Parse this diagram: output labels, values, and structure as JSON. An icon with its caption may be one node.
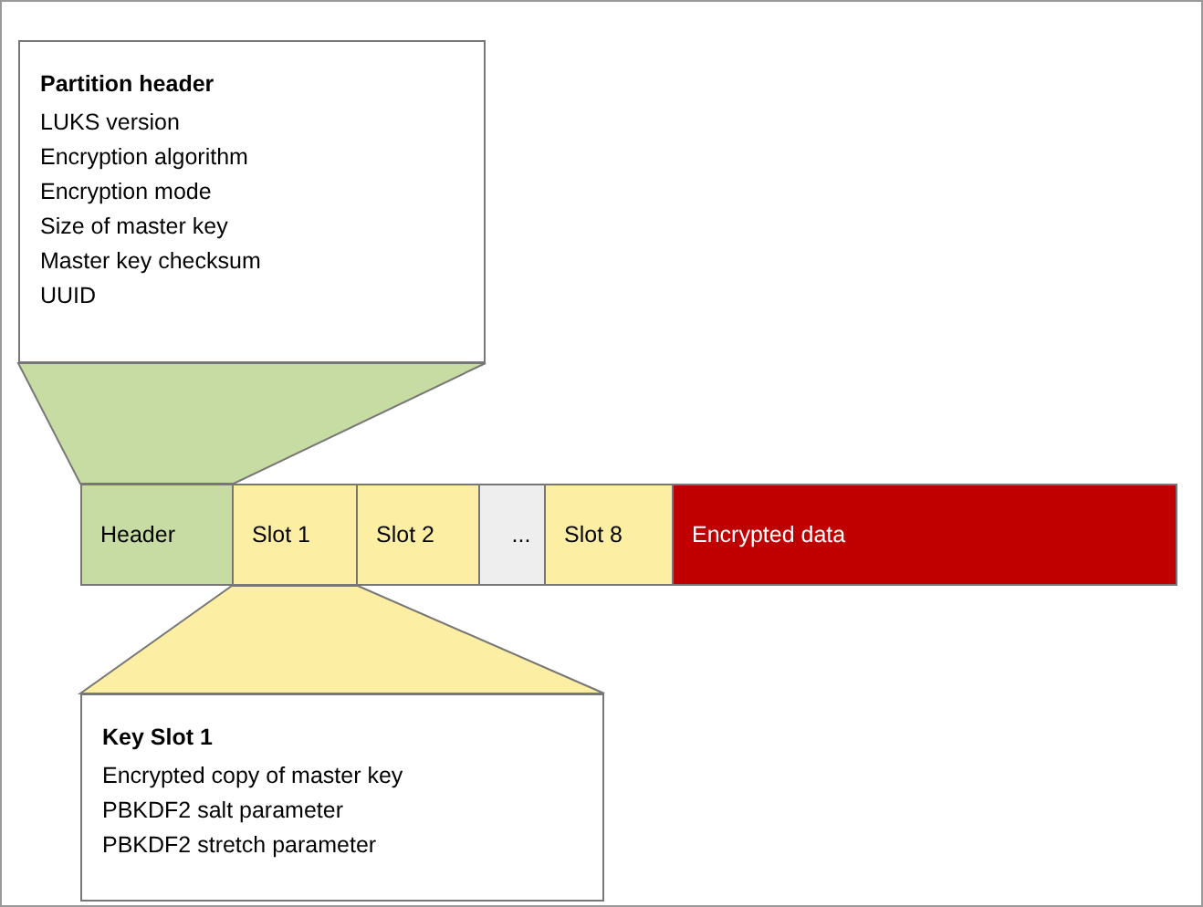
{
  "diagram": {
    "nodes": [
      {
        "text": [
          "Partition header",
          "LUKS version",
          "Encryption algorithm",
          "Encryption mode",
          "Size of master key",
          "Master key checksum",
          "UUID"
        ]
      },
      {
        "text": [
          "Header"
        ]
      },
      {
        "text": [
          "Slot 1"
        ]
      },
      {
        "text": [
          "Slot 2"
        ]
      },
      {
        "text": [
          "..."
        ]
      },
      {
        "text": [
          "Slot 8"
        ]
      },
      {
        "text": [
          "Encrypted data"
        ]
      },
      {
        "text": [
          "Key Slot 1",
          "Encrypted copy of master key",
          "PBKDF2 salt parameter",
          "PBKDF2 stretch parameter"
        ]
      }
    ],
    "edges": [
      {
        "from": 1,
        "to": 0,
        "arrow": "none"
      },
      {
        "from": 2,
        "to": 7,
        "arrow": "none"
      }
    ]
  }
}
